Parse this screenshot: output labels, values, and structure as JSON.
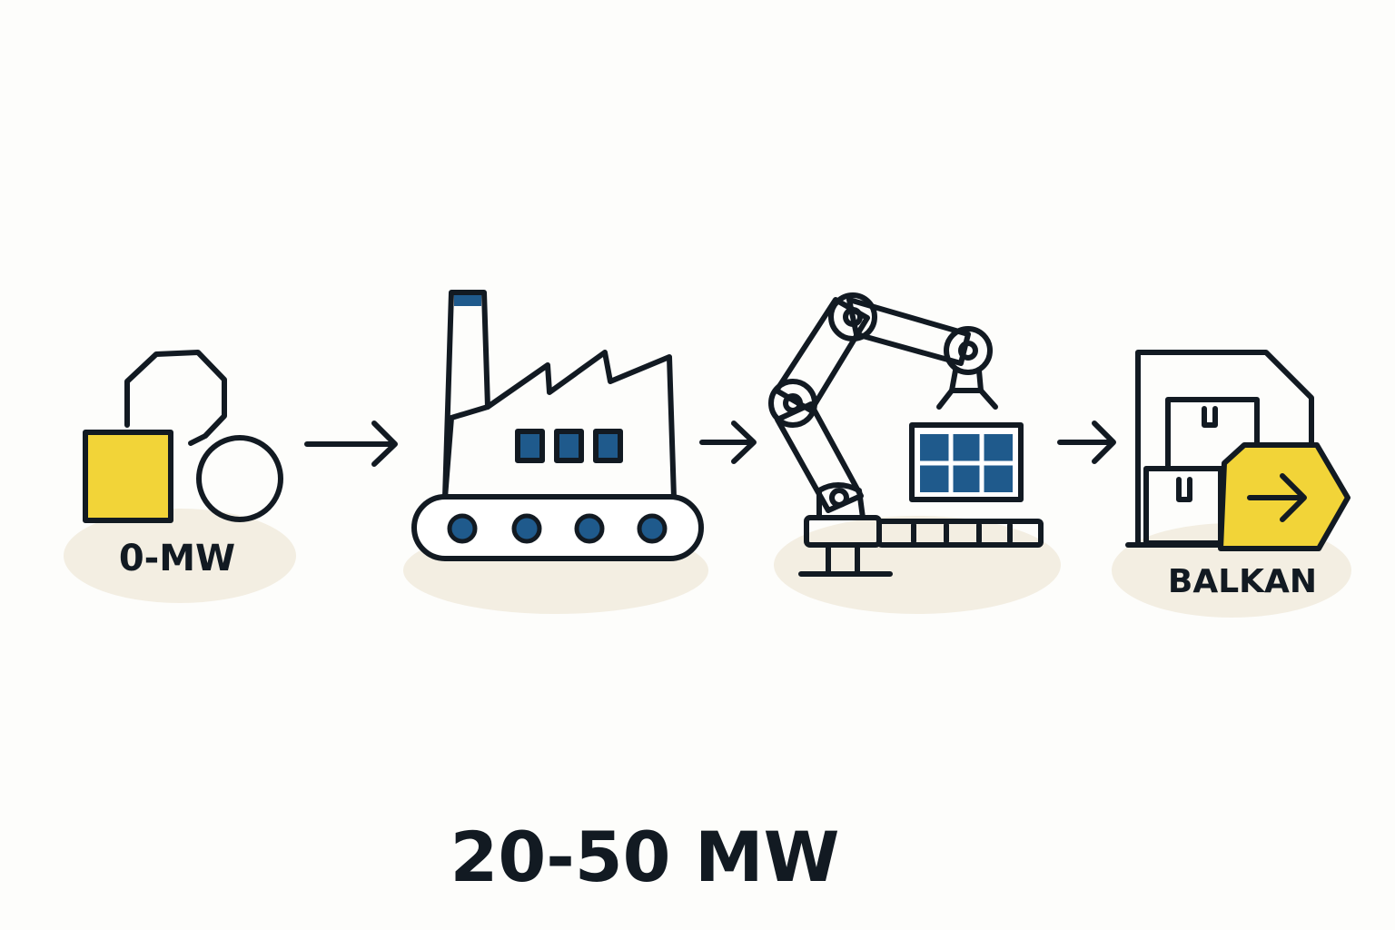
{
  "stages": [
    {
      "id": "raw-materials",
      "label": "0-MW"
    },
    {
      "id": "factory",
      "label": ""
    },
    {
      "id": "robotic-assembly",
      "label": ""
    },
    {
      "id": "shipping",
      "label": "BALKAN"
    }
  ],
  "footer_label": "20-50 MW",
  "colors": {
    "ink": "#121a22",
    "accent_yellow": "#f2d438",
    "panel_blue": "#1f5a8c",
    "shadow": "#f3eee2",
    "background": "#fdfdfb"
  },
  "icons": [
    "raw-materials-icon",
    "factory-icon",
    "robot-arm-icon",
    "shipping-box-icon",
    "arrow-right-icon"
  ]
}
